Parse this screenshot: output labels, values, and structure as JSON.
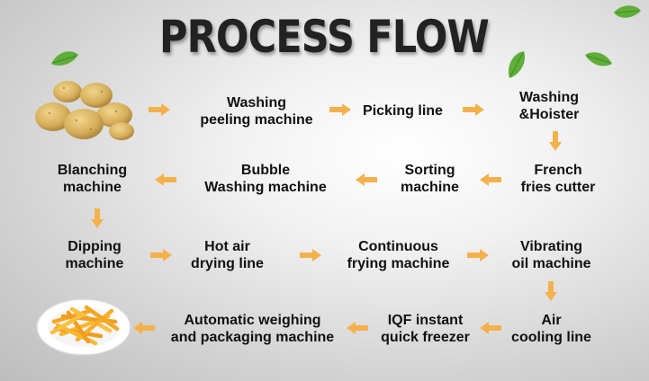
{
  "title": "PROCESS FLOW",
  "steps": [
    {
      "id": "s1",
      "label": "Washing\npeeling  machine"
    },
    {
      "id": "s2",
      "label": "Picking line"
    },
    {
      "id": "s3",
      "label": "Washing\n&Hoister"
    },
    {
      "id": "s4",
      "label": "French\nfries cutter"
    },
    {
      "id": "s5",
      "label": "Sorting\nmachine"
    },
    {
      "id": "s6",
      "label": "Bubble\nWashing machine"
    },
    {
      "id": "s7",
      "label": "Blanching\nmachine"
    },
    {
      "id": "s8",
      "label": "Dipping\nmachine"
    },
    {
      "id": "s9",
      "label": "Hot air\ndrying line"
    },
    {
      "id": "s10",
      "label": "Continuous\nfrying machine"
    },
    {
      "id": "s11",
      "label": "Vibrating\noil machine"
    },
    {
      "id": "s12",
      "label": "Air\ncooling line"
    },
    {
      "id": "s13",
      "label": "IQF instant\nquick freezer"
    },
    {
      "id": "s14",
      "label": "Automatic weighing\nand packaging machine"
    }
  ],
  "images": {
    "start": "raw-potatoes",
    "end": "french-fries-plate"
  },
  "colors": {
    "arrow": "#f4b14b",
    "text": "#111111",
    "title": "#222222",
    "leaf": "#5fae3a"
  }
}
